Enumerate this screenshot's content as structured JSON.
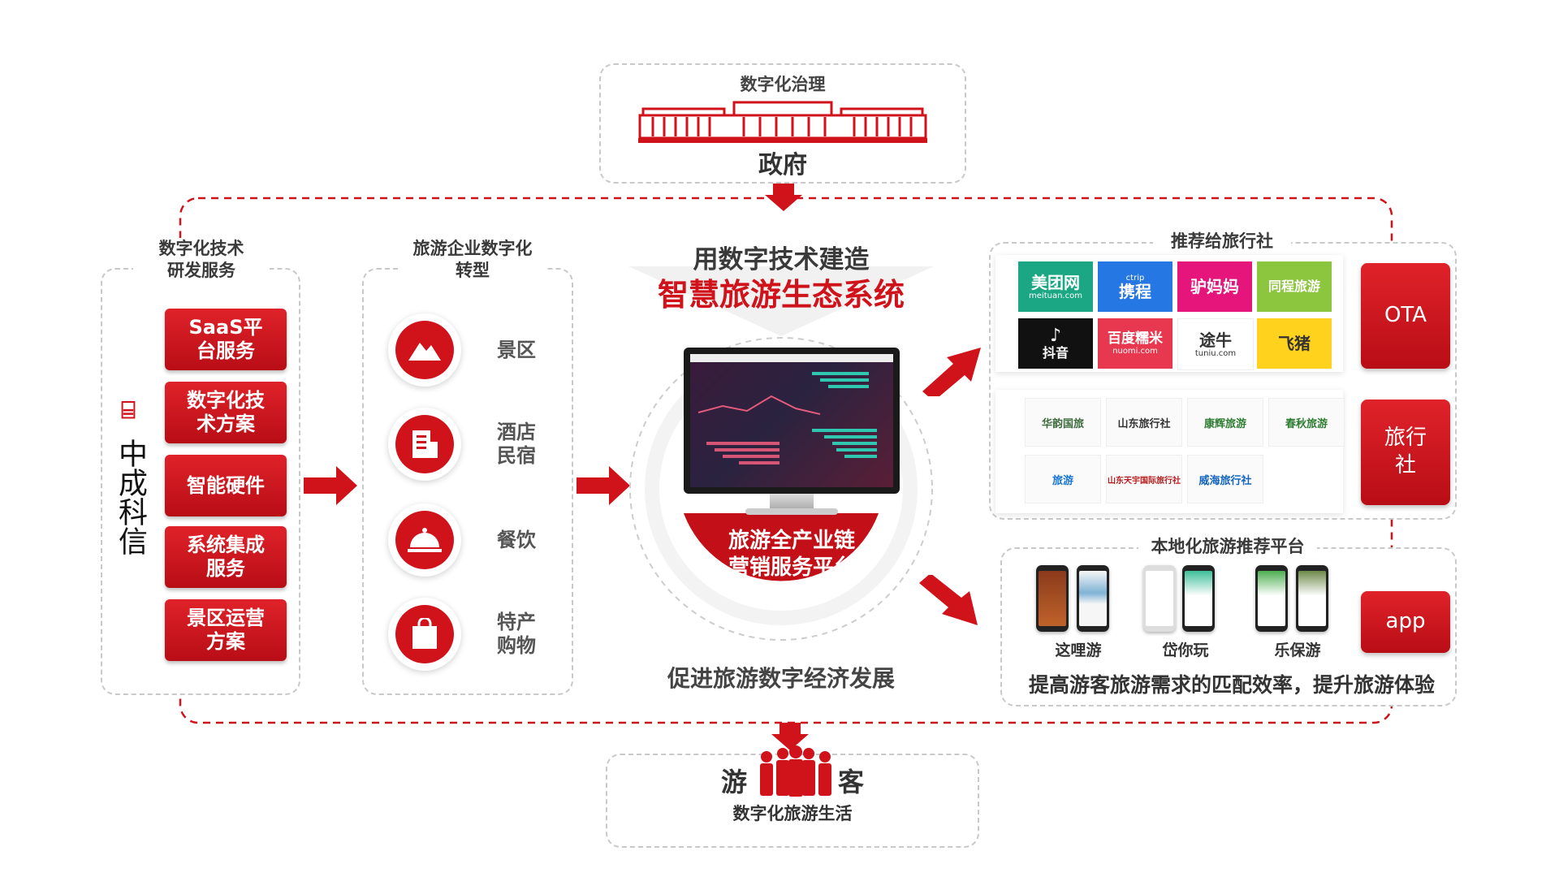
{
  "top": {
    "governance_label": "数字化治理",
    "government_label": "政府"
  },
  "left": {
    "title_line1": "数字化技术",
    "title_line2": "研发服务",
    "brand": "中成科信",
    "services": [
      {
        "line1": "SaaS平",
        "line2": "台服务"
      },
      {
        "line1": "数字化技",
        "line2": "术方案"
      },
      {
        "line1": "智能硬件",
        "line2": ""
      },
      {
        "line1": "系统集成",
        "line2": "服务"
      },
      {
        "line1": "景区运营",
        "line2": "方案"
      }
    ]
  },
  "enterprise": {
    "title_line1": "旅游企业数字化",
    "title_line2": "转型",
    "items": [
      {
        "line1": "景区",
        "line2": "",
        "icon": "mountain-icon"
      },
      {
        "line1": "酒店",
        "line2": "民宿",
        "icon": "building-icon"
      },
      {
        "line1": "餐饮",
        "line2": "",
        "icon": "food-cloche-icon"
      },
      {
        "line1": "特产",
        "line2": "购物",
        "icon": "shopping-bag-icon"
      }
    ]
  },
  "center": {
    "heading": "用数字技术建造",
    "subheading": "智慧旅游生态系统",
    "platform_line1": "旅游全产业链",
    "platform_line2": "营销服务平台",
    "bottom_text": "促进旅游数字经济发展"
  },
  "recommend": {
    "title": "推荐给旅行社",
    "ota_label": "OTA",
    "agency_label": "旅行社",
    "ota_logos": [
      {
        "name": "美团网",
        "sub": "meituan.com",
        "bg": "#1ba784"
      },
      {
        "name": "携程",
        "sub": "ctrip",
        "bg": "#2577e3"
      },
      {
        "name": "驴妈妈",
        "sub": "",
        "bg": "#e6157b"
      },
      {
        "name": "同程旅游",
        "sub": "",
        "bg": "#8cc63f"
      },
      {
        "name": "抖音",
        "sub": "",
        "bg": "#111111"
      },
      {
        "name": "百度糯米",
        "sub": "nuomi.com",
        "bg": "#e8384f"
      },
      {
        "name": "途牛",
        "sub": "tuniu.com",
        "bg": "#ffffff"
      },
      {
        "name": "飞猪",
        "sub": "",
        "bg": "#ffd21e"
      }
    ],
    "agency_logos": [
      {
        "name": "华韵国旅"
      },
      {
        "name": "山东旅行社"
      },
      {
        "name": "康辉旅游"
      },
      {
        "name": "春秋旅游"
      },
      {
        "name": "旅游"
      },
      {
        "name": "山东天宇国际旅行社"
      },
      {
        "name": "威海旅行社"
      }
    ]
  },
  "local": {
    "title": "本地化旅游推荐平台",
    "app_label": "app",
    "apps": [
      "这哩游",
      "岱你玩",
      "乐保游"
    ],
    "bottom_text": "提高游客旅游需求的匹配效率，提升旅游体验"
  },
  "bottom": {
    "visitor_left": "游",
    "visitor_right": "客",
    "life_label": "数字化旅游生活"
  },
  "colors": {
    "brand_red": "#d0121b",
    "dashed": "#c9c9c9",
    "dashed_red": "#d0121b"
  }
}
